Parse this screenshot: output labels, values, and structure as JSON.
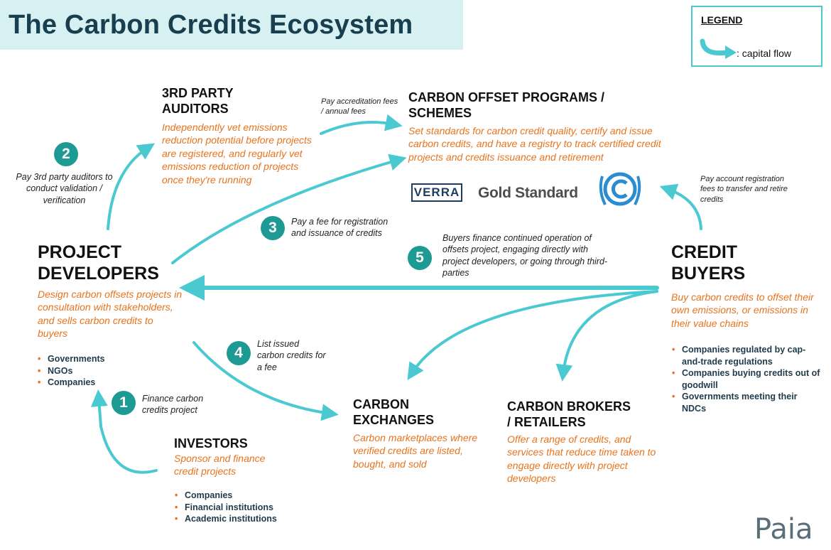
{
  "title": "The Carbon Credits Ecosystem",
  "legend": {
    "title": "LEGEND",
    "capital_flow": ": capital flow"
  },
  "colors": {
    "accent": "#4bc9d1",
    "orange_text": "#e8731c",
    "number_badge": "#1c9a93",
    "title_banner": "#d7f1f3",
    "title_text": "#173f4f"
  },
  "auditors": {
    "heading_1": "3RD PARTY",
    "heading_2": "AUDITORS",
    "description": "Independently vet emissions reduction potential before projects are registered, and regularly vet emissions reduction of projects once they're running"
  },
  "programs": {
    "heading_1": "CARBON OFFSET PROGRAMS /",
    "heading_2": "SCHEMES",
    "description": "Set standards for carbon credit quality, certify and issue carbon credits, and have a registry to track certified credit projects and credits issuance and retirement",
    "logos": {
      "verra": "VERRA",
      "gold_standard": "Gold Standard",
      "unfccc": "unfccc-icon"
    }
  },
  "developers": {
    "heading_1": "PROJECT",
    "heading_2": "DEVELOPERS",
    "description": "Design carbon offsets projects in consultation with stakeholders, and sells carbon credits to buyers",
    "types": [
      "Governments",
      "NGOs",
      "Companies"
    ]
  },
  "buyers": {
    "heading_1": "CREDIT",
    "heading_2": "BUYERS",
    "description": "Buy carbon credits to offset their own emissions, or emissions in their value chains",
    "types": [
      "Companies regulated by cap-and-trade regulations",
      "Companies buying credits out of goodwill",
      "Governments meeting their NDCs"
    ]
  },
  "exchanges": {
    "heading_1": "CARBON",
    "heading_2": "EXCHANGES",
    "description": "Carbon marketplaces where verified credits are listed, bought, and sold"
  },
  "brokers": {
    "heading_1": "CARBON BROKERS",
    "heading_2": "/ RETAILERS",
    "description": "Offer a range of credits, and services that reduce time taken to engage directly with project developers"
  },
  "investors": {
    "heading": "INVESTORS",
    "description": "Sponsor and finance credit projects",
    "types": [
      "Companies",
      "Financial institutions",
      "Academic institutions"
    ]
  },
  "flows": {
    "accreditation": "Pay accreditation fees / annual fees",
    "registry_fees": "Pay account registration fees to transfer and retire credits",
    "step1": {
      "number": "1",
      "label": "Finance carbon credits project"
    },
    "step2": {
      "number": "2",
      "label": "Pay 3rd party auditors to conduct validation / verification"
    },
    "step3": {
      "number": "3",
      "label": "Pay a fee for registration and issuance of credits"
    },
    "step4": {
      "number": "4",
      "label": "List issued carbon credits for a fee"
    },
    "step5": {
      "number": "5",
      "label": "Buyers finance continued operation of offsets project, engaging directly with project developers, or going through third-parties"
    }
  },
  "brand": "Paia"
}
